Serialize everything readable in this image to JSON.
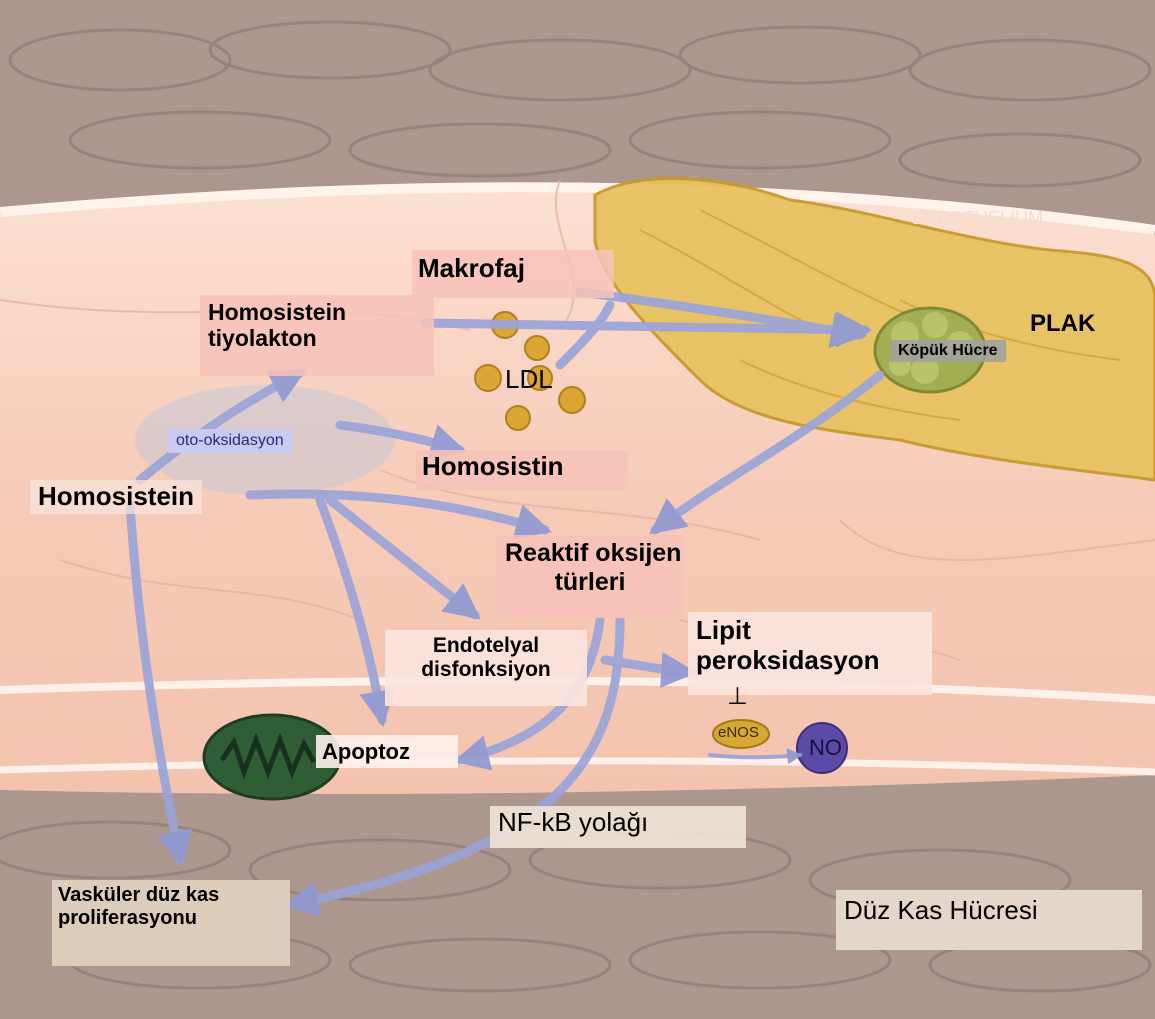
{
  "diagram": {
    "labels": {
      "endothelium": "ENDOTHELIUM",
      "makrofaj": "Makrofaj",
      "homosistein_tiyolakton_line1": "Homosistein",
      "homosistein_tiyolakton_line2": "tiyolakton",
      "plak": "PLAK",
      "kopuk_hucre": "Köpük Hücre",
      "ldl": "LDL",
      "oto_oksidasyon": "oto-oksidasyon",
      "homosistin": "Homosistin",
      "homosistein": "Homosistein",
      "reaktif_line1": "Reaktif oksijen",
      "reaktif_line2": "türleri",
      "endotelyal_line1": "Endotelyal",
      "endotelyal_line2": "disfonksiyon",
      "lipit_line1": "Lipit",
      "lipit_line2": "peroksidasyon",
      "inhibit_symbol": "⊥",
      "enos": "eNOS",
      "no": "NO",
      "apoptoz": "Apoptoz",
      "nfkb": "NF-kB yolağı",
      "vaskuler_line1": "Vasküler düz kas",
      "vaskuler_line2": "proliferasyonu",
      "duz_kas": "Düz Kas Hücresi"
    },
    "colors": {
      "muscle": "#b09c94",
      "muscle_dark": "#8c7a72",
      "wall": "#f4c8b4",
      "wall_light": "#fbe3d6",
      "plaque": "#e6bd58",
      "plaque_edge": "#c99a2e",
      "arrow": "#9aa4d8",
      "arrow_dark": "#6f78c0",
      "foam_cell": "#9caa4e",
      "ldl": "#d9a531",
      "mitochondrion": "#2e5a34",
      "no_circle": "#5b4aa6"
    }
  }
}
